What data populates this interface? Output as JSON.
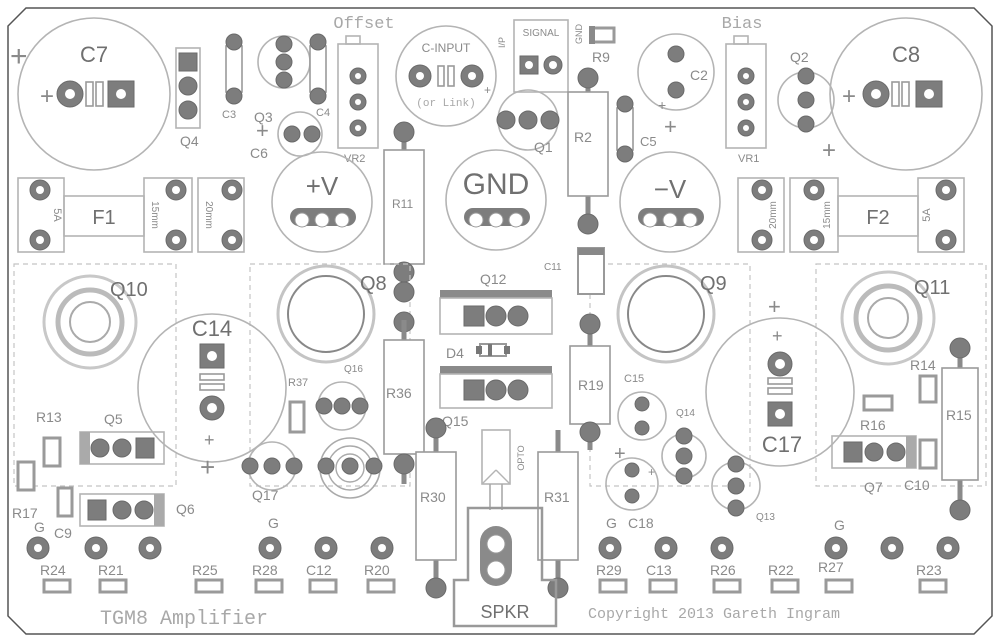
{
  "board": {
    "title": "TGM8 Amplifier",
    "copyright": "Copyright 2013 Gareth Ingram",
    "header_offset": "Offset",
    "header_bias": "Bias",
    "header_ip": "I/P",
    "header_gnd_small": "GND"
  },
  "labels": {
    "C7": "C7",
    "C8": "C8",
    "C3": "C3",
    "C4": "C4",
    "Q4": "Q4",
    "Q3": "Q3",
    "C6": "C6",
    "VR2": "VR2",
    "VR1": "VR1",
    "C2": "C2",
    "Q1": "Q1",
    "Q2": "Q2",
    "R2": "R2",
    "R9": "R9",
    "C5": "C5",
    "R11": "R11",
    "F1": "F1",
    "F2": "F2",
    "fuse_5a": "5A",
    "fuse_15mm": "15mm",
    "fuse_20mm": "20mm",
    "Q10": "Q10",
    "Q8": "Q8",
    "Q12": "Q12",
    "Q9": "Q9",
    "Q11": "Q11",
    "C11": "C11",
    "C14": "C14",
    "C17": "C17",
    "D4": "D4",
    "R37": "R37",
    "Q16": "Q16",
    "R36": "R36",
    "R19": "R19",
    "C15": "C15",
    "R14": "R14",
    "R15": "R15",
    "R16": "R16",
    "R13": "R13",
    "Q5": "Q5",
    "Q15": "Q15",
    "Q14": "Q14",
    "R17": "R17",
    "C9": "C9",
    "Q6": "Q6",
    "Q17": "Q17",
    "R30": "R30",
    "OPTO": "OPTO",
    "R31": "R31",
    "C18": "C18",
    "Q13": "Q13",
    "Q7": "Q7",
    "C10": "C10",
    "G": "G",
    "R24": "R24",
    "R21": "R21",
    "R25": "R25",
    "R28": "R28",
    "C12": "C12",
    "R20": "R20",
    "R29": "R29",
    "C13": "C13",
    "R26": "R26",
    "R22": "R22",
    "R27": "R27",
    "R23": "R23"
  },
  "connectors": {
    "pos_v": "+V",
    "gnd": "GND",
    "neg_v": "−V",
    "signal": "SIGNAL",
    "c_input": "C-INPUT",
    "or_link": "(or Link)",
    "spkr": "SPKR"
  },
  "polarity": {
    "plus": "+"
  },
  "colors": {
    "pad": "#7d7d7d",
    "silkscreen": "#b4b4b4",
    "label": "#8a8a8a",
    "board_edge": "#555555"
  }
}
